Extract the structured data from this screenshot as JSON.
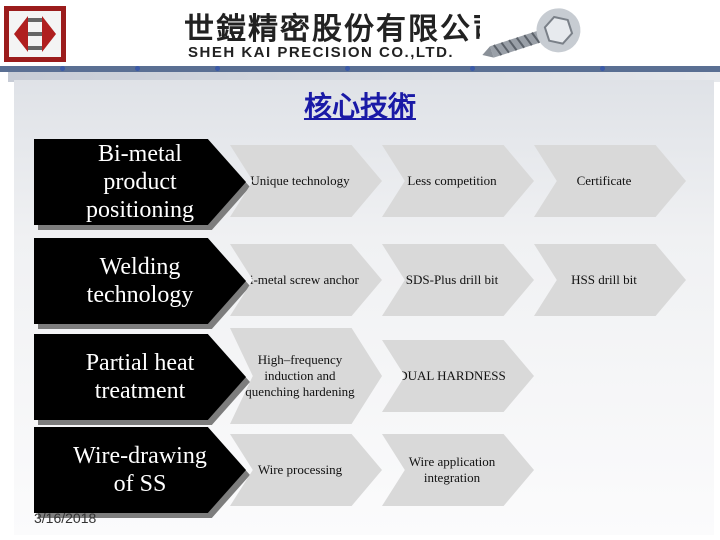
{
  "header": {
    "company_cn": "世鎧精密股份有限公司",
    "company_en": "SHEH KAI PRECISION CO.,LTD.",
    "logo_icon": "sk-logo-icon",
    "bolt_image": "screw-bolt-icon"
  },
  "title": "核心技術",
  "rows": [
    {
      "lead": "Bi-metal product positioning",
      "items": [
        "Unique technology",
        "Less competition",
        "Certificate"
      ]
    },
    {
      "lead": "Welding technology",
      "items": [
        "Bi-metal screw anchor",
        "SDS-Plus drill bit",
        "HSS drill bit"
      ]
    },
    {
      "lead": "Partial heat treatment",
      "items": [
        "High–frequency induction and quenching hardening",
        "DUAL HARDNESS"
      ]
    },
    {
      "lead": "Wire-drawing of SS",
      "items": [
        "Wire processing",
        "Wire application integration"
      ]
    }
  ],
  "date": "3/16/2018",
  "colors": {
    "header_bar": "#5a6f93",
    "title": "#1a1aa6",
    "lead_bg": "#000000",
    "chevron": "#d9d9d9"
  }
}
